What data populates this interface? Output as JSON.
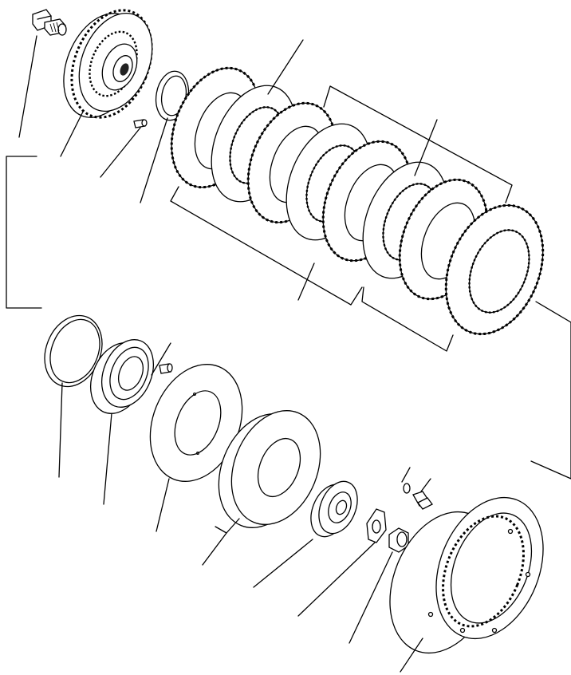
{
  "diagram": {
    "kind": "exploded parts view",
    "parts": [
      {
        "id": "bolt-top",
        "icon": "bolt-icon"
      },
      {
        "id": "clutch-hub-gear",
        "icon": "gear-icon"
      },
      {
        "id": "dowel-pin-top",
        "icon": "pin-icon"
      },
      {
        "id": "snap-ring-small",
        "icon": "ring-icon"
      },
      {
        "id": "clutch-disc-pack",
        "icon": "disc-stack-icon"
      },
      {
        "id": "snap-ring-large",
        "icon": "ring-icon"
      },
      {
        "id": "piston",
        "icon": "piston-icon"
      },
      {
        "id": "dowel-pin-mid",
        "icon": "pin-icon"
      },
      {
        "id": "pressure-plate",
        "icon": "plate-icon"
      },
      {
        "id": "spring-plate",
        "icon": "plate-icon"
      },
      {
        "id": "spring-retainer",
        "icon": "retainer-icon"
      },
      {
        "id": "lock-plate",
        "icon": "plate-icon"
      },
      {
        "id": "washer",
        "icon": "washer-icon"
      },
      {
        "id": "bolt-mid",
        "icon": "bolt-icon"
      },
      {
        "id": "nut",
        "icon": "nut-icon"
      },
      {
        "id": "ring-gear-housing",
        "icon": "ring-gear-icon"
      }
    ],
    "disc_pack": {
      "discs": 8
    }
  }
}
